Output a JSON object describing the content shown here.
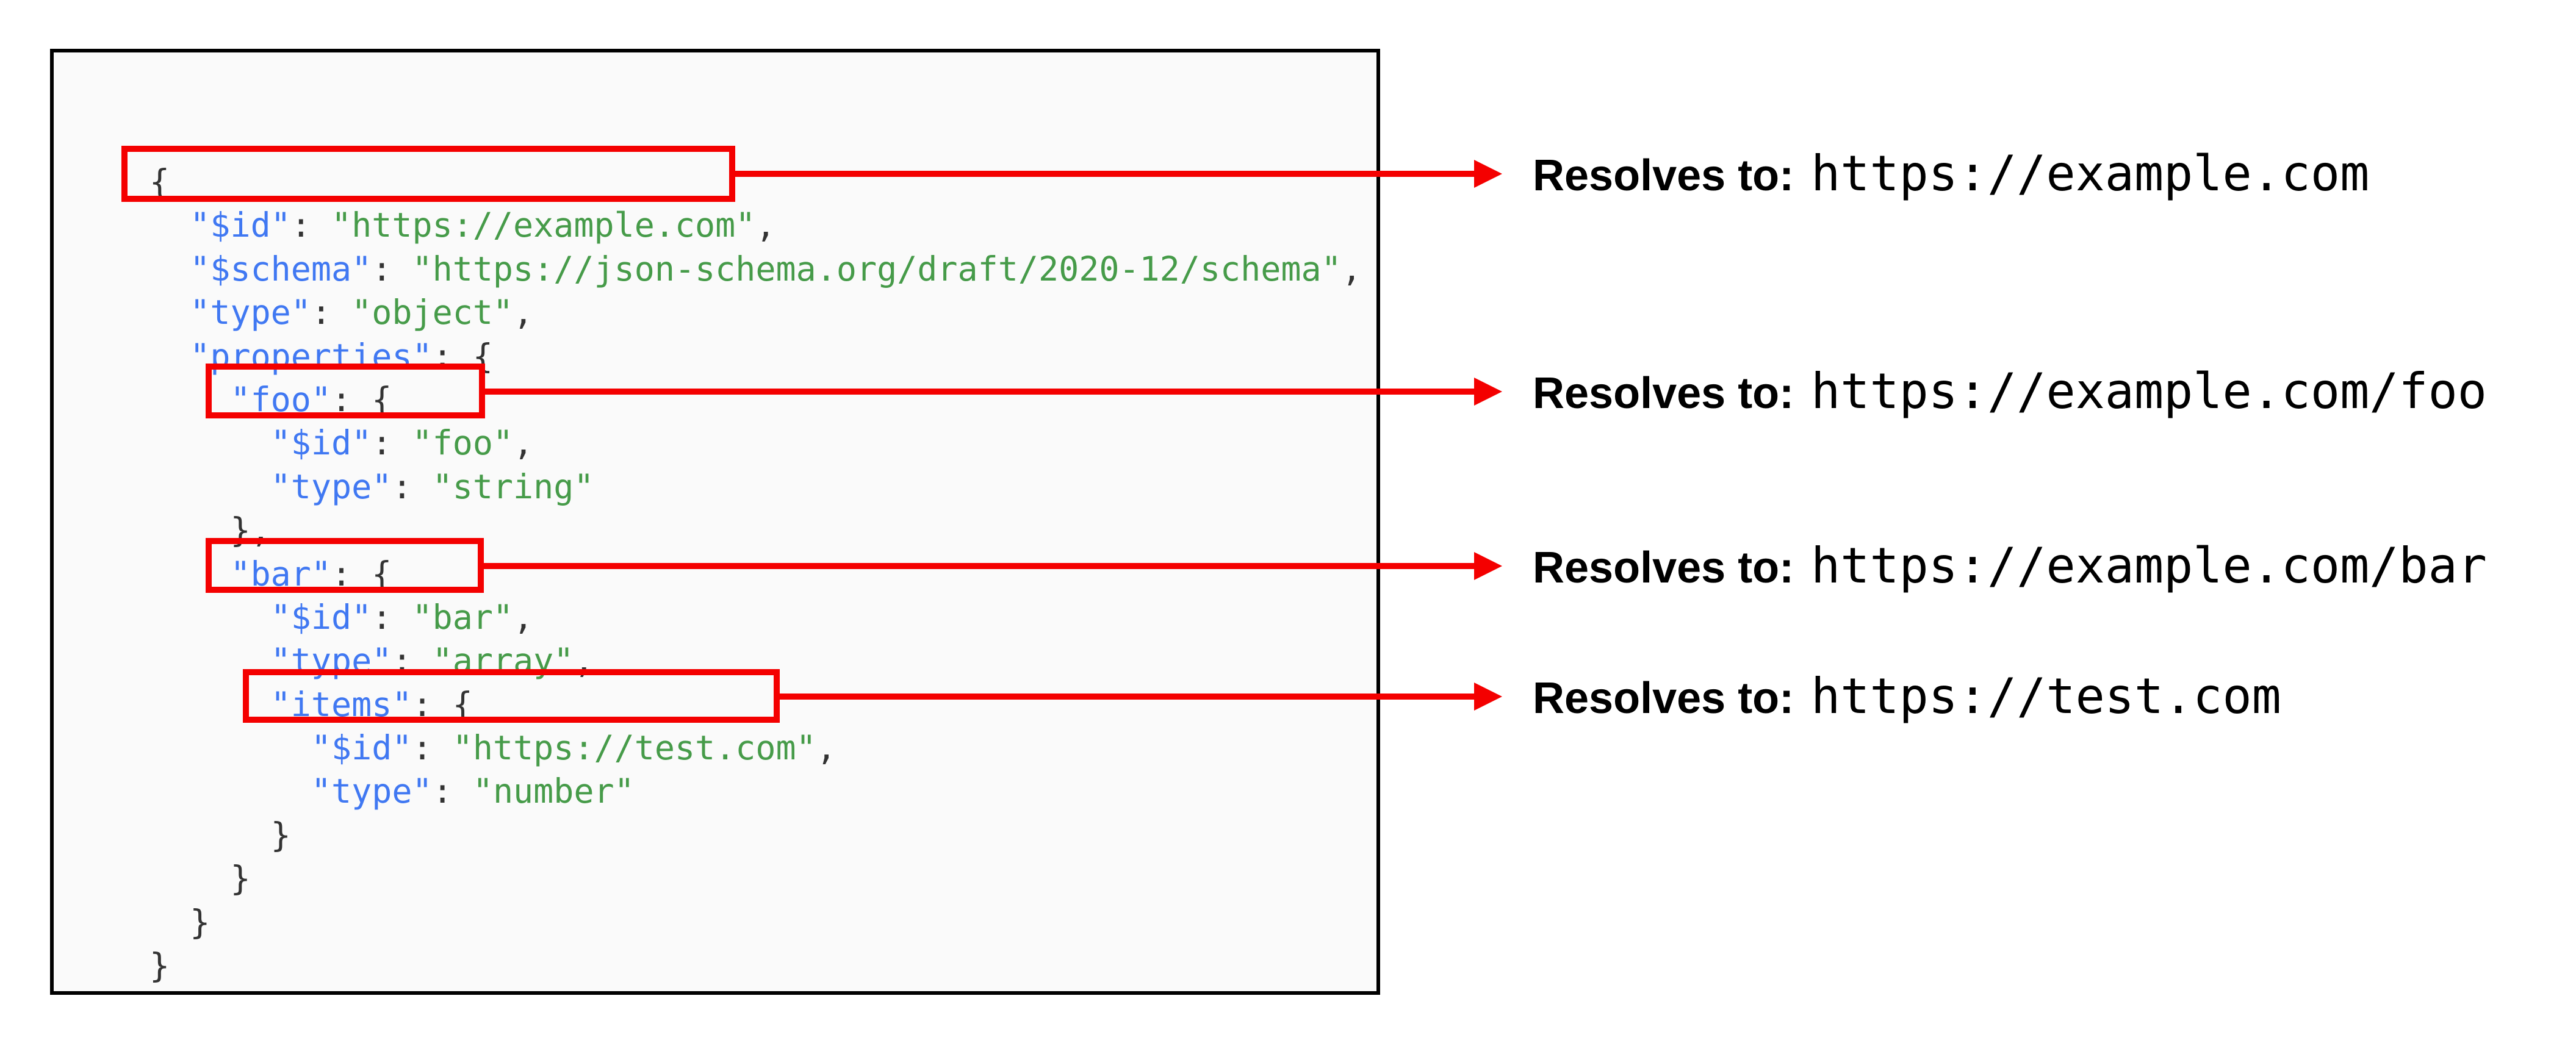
{
  "colors": {
    "key": "#4078f2",
    "str": "#469b49",
    "punct": "#333333",
    "red": "#f40000",
    "codebg": "#fafafa",
    "border": "#000000",
    "text": "#000000"
  },
  "code_panel": {
    "language": "json",
    "lines": [
      [
        {
          "s": "p",
          "t": "{"
        }
      ],
      [
        {
          "s": "k",
          "t": "  \"$id\""
        },
        {
          "s": "p",
          "t": ": "
        },
        {
          "s": "s",
          "t": "\"https://example.com\""
        },
        {
          "s": "p",
          "t": ","
        }
      ],
      [
        {
          "s": "k",
          "t": "  \"$schema\""
        },
        {
          "s": "p",
          "t": ": "
        },
        {
          "s": "s",
          "t": "\"https://json-schema.org/draft/2020-12/schema\""
        },
        {
          "s": "p",
          "t": ","
        }
      ],
      [
        {
          "s": "k",
          "t": "  \"type\""
        },
        {
          "s": "p",
          "t": ": "
        },
        {
          "s": "s",
          "t": "\"object\""
        },
        {
          "s": "p",
          "t": ","
        }
      ],
      [
        {
          "s": "k",
          "t": "  \"properties\""
        },
        {
          "s": "p",
          "t": ": {"
        }
      ],
      [
        {
          "s": "k",
          "t": "    \"foo\""
        },
        {
          "s": "p",
          "t": ": {"
        }
      ],
      [
        {
          "s": "k",
          "t": "      \"$id\""
        },
        {
          "s": "p",
          "t": ": "
        },
        {
          "s": "s",
          "t": "\"foo\""
        },
        {
          "s": "p",
          "t": ","
        }
      ],
      [
        {
          "s": "k",
          "t": "      \"type\""
        },
        {
          "s": "p",
          "t": ": "
        },
        {
          "s": "s",
          "t": "\"string\""
        }
      ],
      [
        {
          "s": "p",
          "t": "    },"
        }
      ],
      [
        {
          "s": "k",
          "t": "    \"bar\""
        },
        {
          "s": "p",
          "t": ": {"
        }
      ],
      [
        {
          "s": "k",
          "t": "      \"$id\""
        },
        {
          "s": "p",
          "t": ": "
        },
        {
          "s": "s",
          "t": "\"bar\""
        },
        {
          "s": "p",
          "t": ","
        }
      ],
      [
        {
          "s": "k",
          "t": "      \"type\""
        },
        {
          "s": "p",
          "t": ": "
        },
        {
          "s": "s",
          "t": "\"array\""
        },
        {
          "s": "p",
          "t": ","
        }
      ],
      [
        {
          "s": "k",
          "t": "      \"items\""
        },
        {
          "s": "p",
          "t": ": {"
        }
      ],
      [
        {
          "s": "k",
          "t": "        \"$id\""
        },
        {
          "s": "p",
          "t": ": "
        },
        {
          "s": "s",
          "t": "\"https://test.com\""
        },
        {
          "s": "p",
          "t": ","
        }
      ],
      [
        {
          "s": "k",
          "t": "        \"type\""
        },
        {
          "s": "p",
          "t": ": "
        },
        {
          "s": "s",
          "t": "\"number\""
        }
      ],
      [
        {
          "s": "p",
          "t": "      }"
        }
      ],
      [
        {
          "s": "p",
          "t": "    }"
        }
      ],
      [
        {
          "s": "p",
          "t": "  }"
        }
      ],
      [
        {
          "s": "p",
          "t": "}"
        }
      ]
    ]
  },
  "annotations": [
    {
      "label": "Resolves to:",
      "value": "https://example.com"
    },
    {
      "label": "Resolves to:",
      "value": "https://example.com/foo"
    },
    {
      "label": "Resolves to:",
      "value": "https://example.com/bar"
    },
    {
      "label": "Resolves to:",
      "value": "https://test.com"
    }
  ]
}
